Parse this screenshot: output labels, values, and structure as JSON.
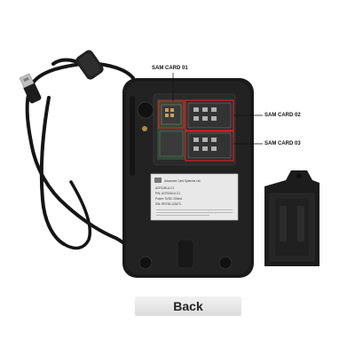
{
  "callouts": {
    "sam1": "SAM CARD 01",
    "sam2": "SAM CARD 02",
    "sam3": "SAM CARD 03"
  },
  "device_label": {
    "company": "Advanced Card Systems Ltd.",
    "lines": [
      "ACR1281U-C1",
      "P/N: ACR1281U-C1",
      "Power: 5VDC 200mA",
      "S/N: RR728-123473"
    ]
  },
  "footer": {
    "back_label": "Back"
  },
  "colors": {
    "callout_red": "#e02020",
    "device_black": "#1a1a1a"
  }
}
